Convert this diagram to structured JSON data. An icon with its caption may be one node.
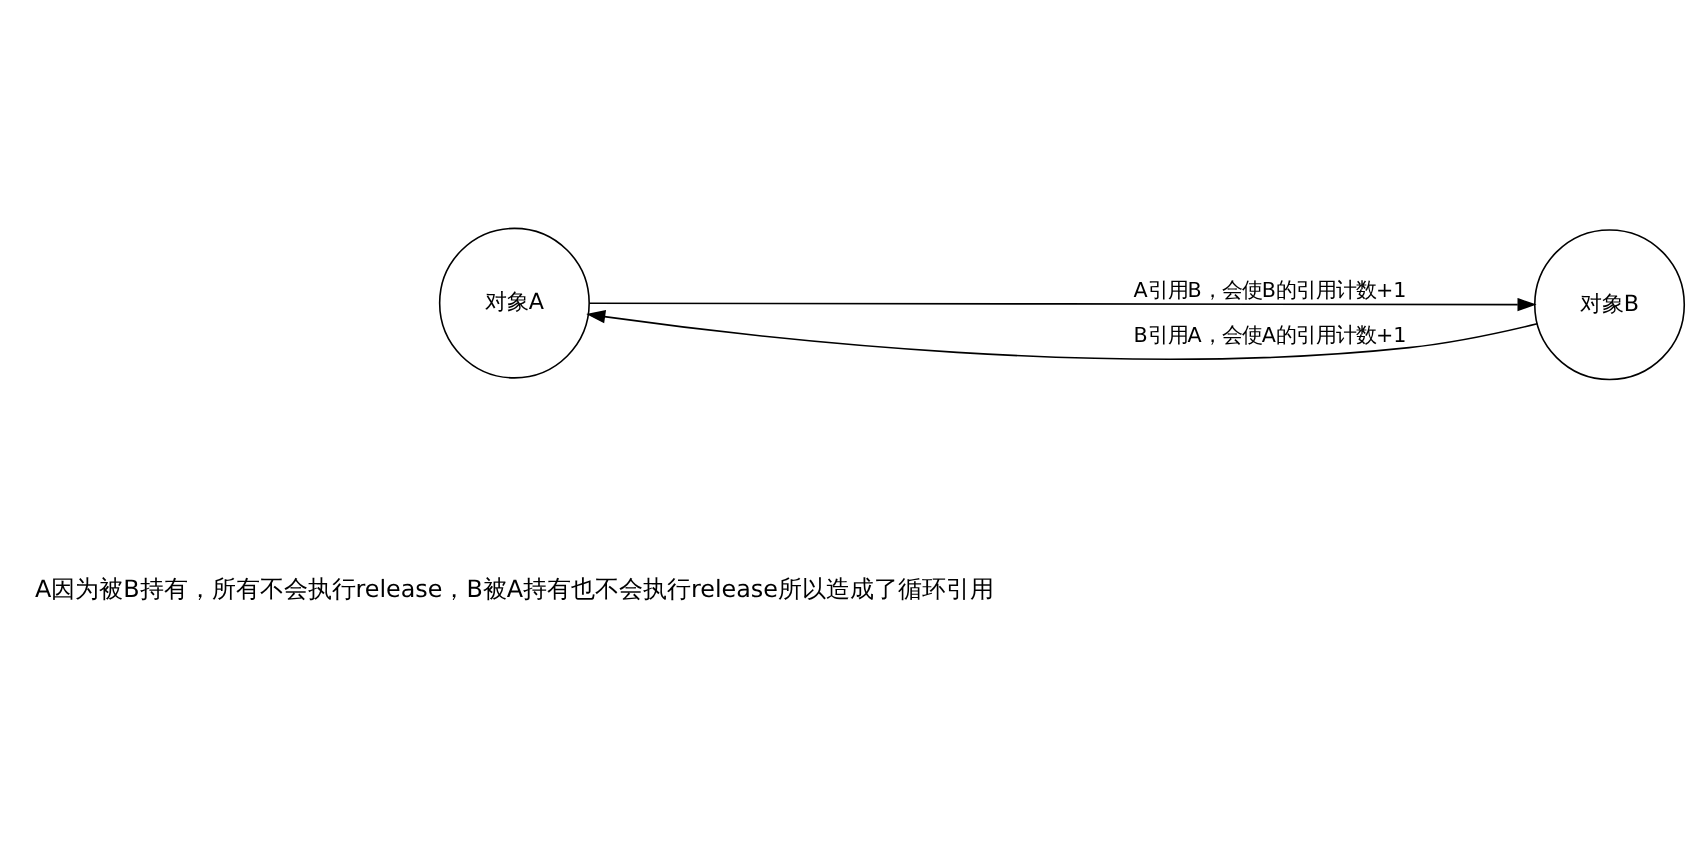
{
  "diagram": {
    "nodes": [
      {
        "text": [
          "对象A"
        ]
      },
      {
        "text": [
          "对象B"
        ]
      }
    ],
    "edges": [
      {
        "from": 0,
        "to": 1,
        "arrow": "to",
        "label": "A引用B，会使B的引用计数+1"
      },
      {
        "from": 1,
        "to": 0,
        "arrow": "to",
        "label": "B引用A，会使A的引用计数+1"
      }
    ],
    "labels": [
      "A因为被B持有，所有不会执行release，B被A持有也不会执行release所以造成了循环引用"
    ]
  }
}
